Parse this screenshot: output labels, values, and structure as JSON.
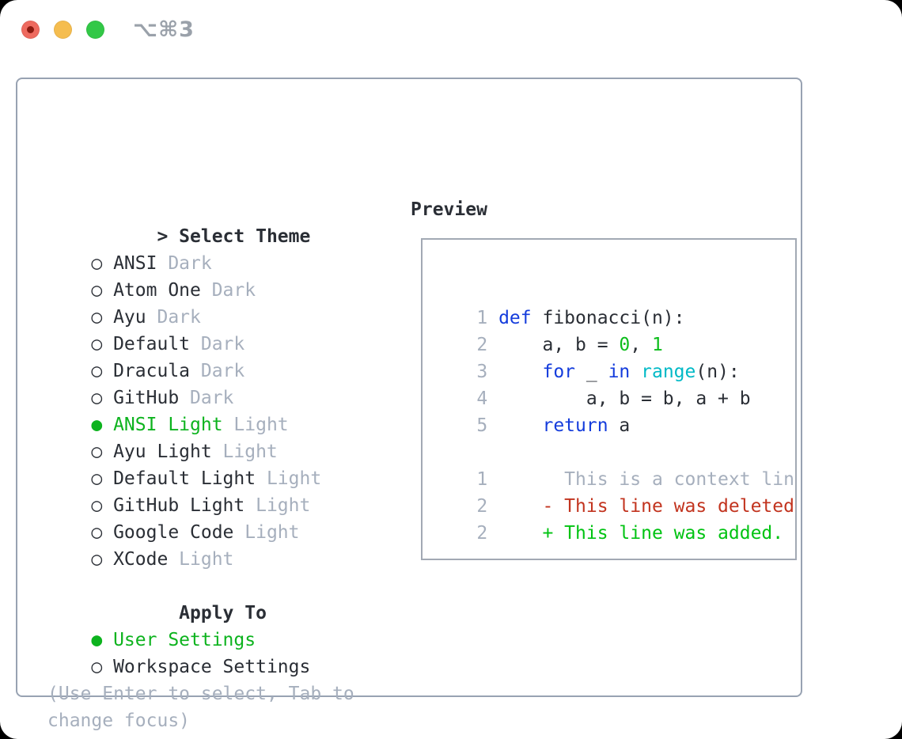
{
  "titlebar": {
    "shortcut": "⌥⌘3"
  },
  "icons": {
    "radio_selected": "●",
    "radio_unselected": "○",
    "prompt": ">"
  },
  "colors": {
    "text_dark": "#2a2e35",
    "muted_gray": "#a6afbd",
    "accent_green": "#0db31e",
    "keyword_blue": "#143cdc",
    "builtin_cyan": "#00b9c6",
    "literal_green": "#0cbd1b",
    "deleted_red": "#c2341f",
    "added_green": "#00c312",
    "frame_border": "#98a2b2"
  },
  "theme_list": {
    "title": "Select Theme",
    "items": [
      {
        "name": "ANSI",
        "variant": "Dark",
        "selected": false
      },
      {
        "name": "Atom One",
        "variant": "Dark",
        "selected": false
      },
      {
        "name": "Ayu",
        "variant": "Dark",
        "selected": false
      },
      {
        "name": "Default",
        "variant": "Dark",
        "selected": false
      },
      {
        "name": "Dracula",
        "variant": "Dark",
        "selected": false
      },
      {
        "name": "GitHub",
        "variant": "Dark",
        "selected": false
      },
      {
        "name": "ANSI Light",
        "variant": "Light",
        "selected": true
      },
      {
        "name": "Ayu Light",
        "variant": "Light",
        "selected": false
      },
      {
        "name": "Default Light",
        "variant": "Light",
        "selected": false
      },
      {
        "name": "GitHub Light",
        "variant": "Light",
        "selected": false
      },
      {
        "name": "Google Code",
        "variant": "Light",
        "selected": false
      },
      {
        "name": "XCode",
        "variant": "Light",
        "selected": false
      }
    ]
  },
  "apply_to": {
    "title": "Apply To",
    "options": [
      {
        "name": "User Settings",
        "selected": true
      },
      {
        "name": "Workspace Settings",
        "selected": false
      }
    ]
  },
  "help_text": "(Use Enter to select, Tab to change focus)",
  "preview": {
    "title": "Preview",
    "lines": [
      {
        "num": "1",
        "tokens": [
          {
            "t": "def",
            "c": "blue"
          },
          {
            "t": " fibonacci(n):",
            "c": "fg"
          }
        ]
      },
      {
        "num": "2",
        "tokens": [
          {
            "t": "    a, b = ",
            "c": "fg"
          },
          {
            "t": "0",
            "c": "green"
          },
          {
            "t": ", ",
            "c": "fg"
          },
          {
            "t": "1",
            "c": "green"
          }
        ]
      },
      {
        "num": "3",
        "tokens": [
          {
            "t": "    ",
            "c": "fg"
          },
          {
            "t": "for",
            "c": "blue"
          },
          {
            "t": " _ ",
            "c": "fg"
          },
          {
            "t": "in",
            "c": "blue"
          },
          {
            "t": " ",
            "c": "fg"
          },
          {
            "t": "range",
            "c": "cyan"
          },
          {
            "t": "(n):",
            "c": "fg"
          }
        ]
      },
      {
        "num": "4",
        "tokens": [
          {
            "t": "        a, b = b, a + b",
            "c": "fg"
          }
        ]
      },
      {
        "num": "5",
        "tokens": [
          {
            "t": "    ",
            "c": "fg"
          },
          {
            "t": "return",
            "c": "blue"
          },
          {
            "t": " a",
            "c": "fg"
          }
        ]
      },
      {
        "num": "",
        "tokens": []
      },
      {
        "num": "1",
        "tokens": [
          {
            "t": "      This is a context line.",
            "c": "gray"
          }
        ]
      },
      {
        "num": "2",
        "tokens": [
          {
            "t": "    - This line was deleted.",
            "c": "red"
          }
        ]
      },
      {
        "num": "2",
        "tokens": [
          {
            "t": "    + This line was added.",
            "c": "add"
          }
        ]
      }
    ]
  }
}
